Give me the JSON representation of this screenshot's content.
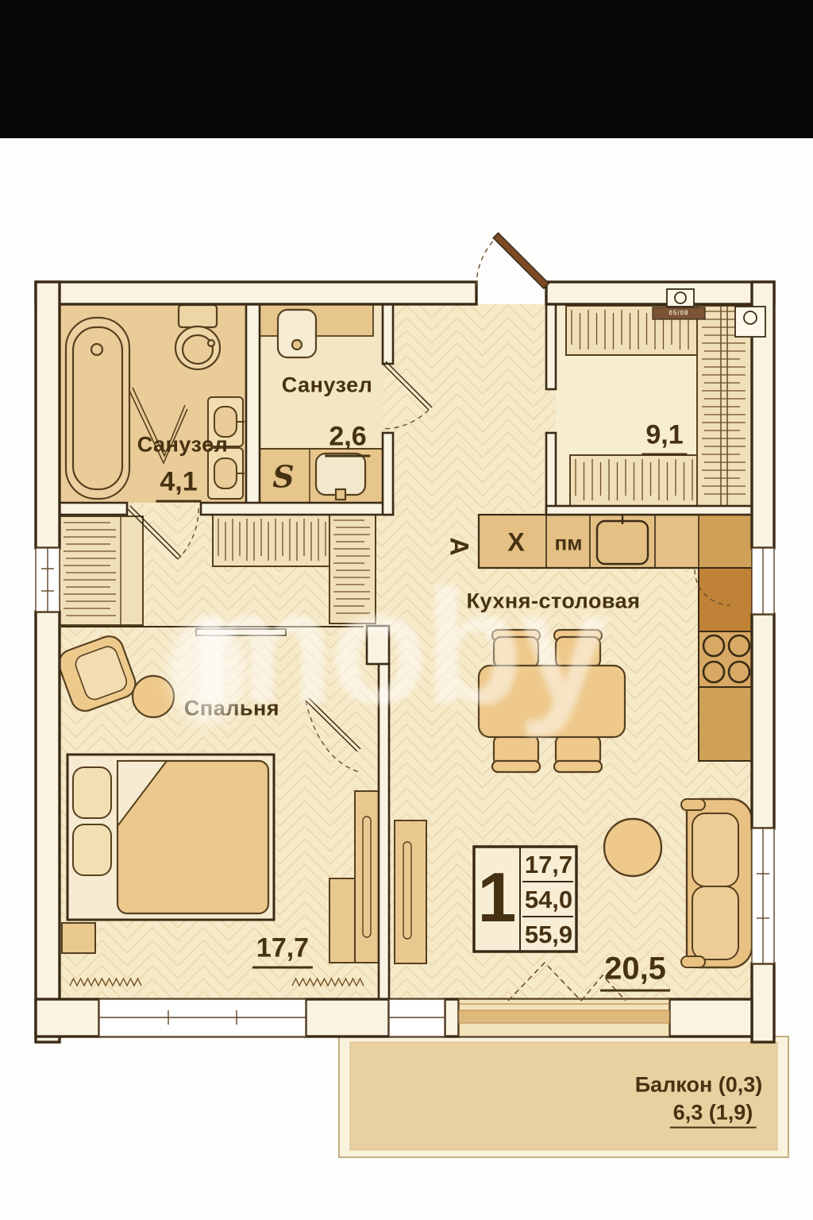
{
  "watermark": {
    "text": "moby"
  },
  "plan": {
    "rooms": {
      "bathroom_main": {
        "name": "Санузел",
        "area": "4,1"
      },
      "bathroom_small": {
        "name": "Санузел",
        "area": "2,6"
      },
      "dressing": {
        "area": "9,1"
      },
      "kitchen_dining": {
        "name": "Кухня-столовая",
        "area": "20,5"
      },
      "bedroom": {
        "name": "Спальня",
        "area": "17,7"
      },
      "balcony": {
        "name": "Балкон (0,3)",
        "area": "6,3 (1,9)"
      }
    },
    "legend": {
      "rooms_count": "1",
      "living_area": "17,7",
      "apartment_area": "54,0",
      "total_area": "55,9"
    },
    "marks": {
      "axis": "А",
      "fridge": "Х",
      "dishwasher": "пм",
      "washer": "S",
      "panel": "05/08"
    }
  },
  "colors": {
    "floor": "#f6e9c7",
    "bath_floor": "#e9cc97",
    "furniture": "#ecc88d",
    "counter_dark": "#cfa058",
    "wall_fill": "#faf3e2",
    "line": "#3b2b16",
    "text": "#463212",
    "door_leaf": "#7b4a26"
  }
}
